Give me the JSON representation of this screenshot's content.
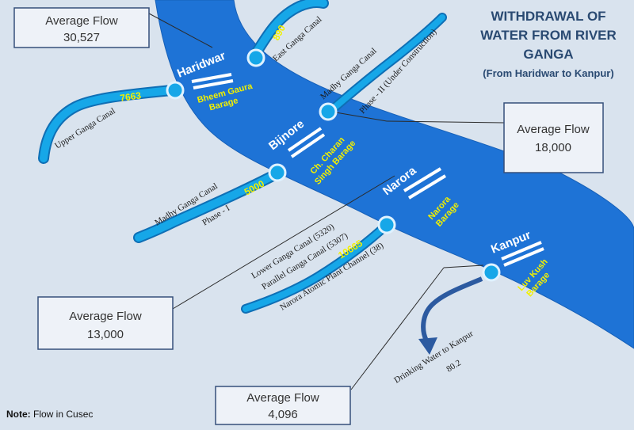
{
  "title": {
    "line1": "WITHDRAWAL OF",
    "line2": "WATER FROM RIVER",
    "line3": "GANGA",
    "subtitle": "(From Haridwar  to Kanpur)"
  },
  "note": {
    "label": "Note:",
    "text": "Flow in Cusec"
  },
  "flow_boxes": {
    "haridwar": {
      "label": "Average Flow",
      "value": "30,527"
    },
    "bijnore": {
      "label": "Average Flow",
      "value": "18,000"
    },
    "narora": {
      "label": "Average Flow",
      "value": "13,000"
    },
    "kanpur": {
      "label": "Average Flow",
      "value": "4,096"
    }
  },
  "cities": {
    "haridwar": "Haridwar",
    "bijnore": "Bijnore",
    "narora": "Narora",
    "kanpur": "Kanpur"
  },
  "barrages": {
    "haridwar": [
      "Bheem Gaura",
      "Barage"
    ],
    "bijnore": [
      "Ch. Charan",
      "Singh Barage"
    ],
    "narora": [
      "Narora",
      "Barage"
    ],
    "kanpur": [
      "Luv Kush",
      "Barage"
    ]
  },
  "canals": {
    "east_ganga": "East Ganga Canal",
    "upper_ganga": "Upper Ganga Canal",
    "madhy_phase2_line1": "Madhy Ganga Canal",
    "madhy_phase2_line2": "Phase - II (Under Construction)",
    "madhy_phase1_line1": "Madhy Ganga Canal",
    "madhy_phase1_line2": "Phase - I",
    "lower_ganga": "Lower Ganga Canal (5320)",
    "parallel_ganga": "Parallel Ganga Canal (5307)",
    "narora_atomic": "Narora Atomic Plant Channel (38)",
    "drinking_water_line1": "Drinking  Water to Kanpur",
    "drinking_water_line2": "80.2"
  },
  "canal_flows": {
    "east_ganga": "890",
    "upper_ganga": "7663",
    "madhy_phase1": "5000",
    "lower_ganga": "10665"
  },
  "colors": {
    "background": "#d9e3ee",
    "river": "#1e73d6",
    "canal": "#16a7e8",
    "canal_outline": "#0f6fb5",
    "flow_number": "#f2f000",
    "barrage_label": "#f2f000",
    "box_border": "#36507a",
    "title": "#2a4a72"
  }
}
